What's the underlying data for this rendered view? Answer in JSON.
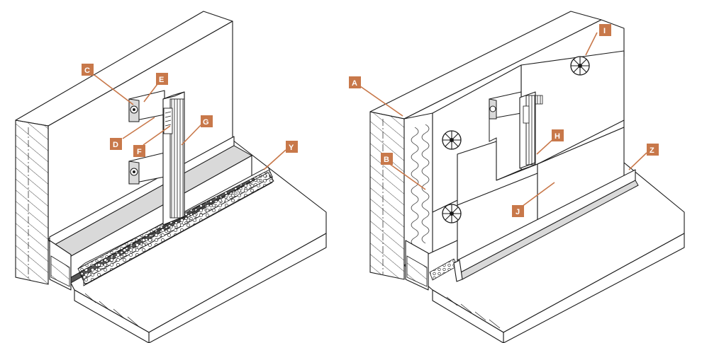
{
  "labels": {
    "A": "A",
    "B": "B",
    "C": "C",
    "D": "D",
    "E": "E",
    "F": "F",
    "G": "G",
    "H": "H",
    "I": "I",
    "J": "J",
    "Y": "Y",
    "Z": "Z"
  },
  "colors": {
    "label_fill": "#c8784a",
    "label_text": "#ffffff",
    "line": "#1a1a1a"
  }
}
